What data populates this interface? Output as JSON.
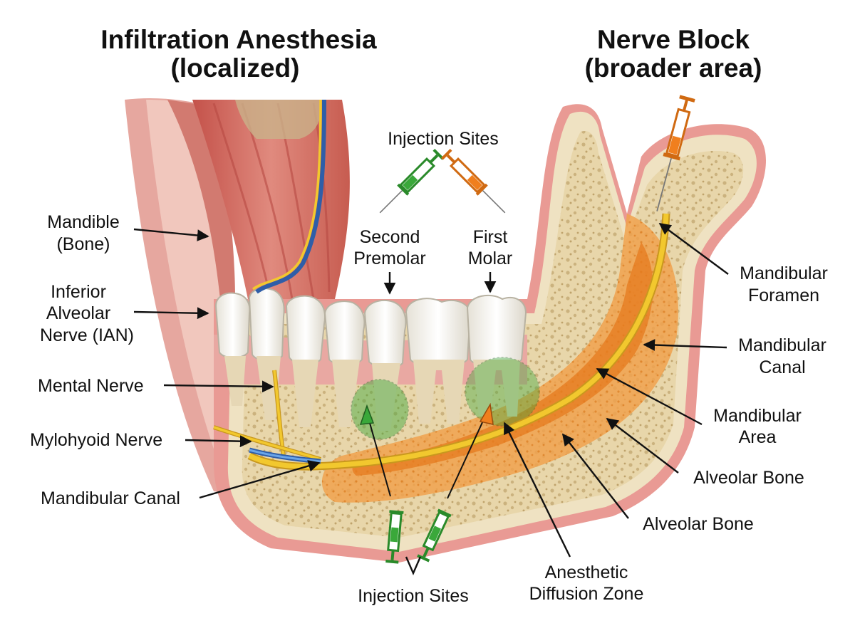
{
  "titles": {
    "left_line1": "Infiltration Anesthesia",
    "left_line2": "(localized)",
    "right_line1": "Nerve Block",
    "right_line2": "(broader area)"
  },
  "labels": {
    "injection_sites_top": "Injection Sites",
    "second_premolar_1": "Second",
    "second_premolar_2": "Premolar",
    "first_molar_1": "First",
    "first_molar_2": "Molar",
    "mandible_1": "Mandible",
    "mandible_2": "(Bone)",
    "ian_1": "Inferior",
    "ian_2": "Alveolar",
    "ian_3": "Nerve (IAN)",
    "mental_nerve": "Mental Nerve",
    "mylohyoid_nerve": "Mylohyoid Nerve",
    "mandibular_canal_left": "Mandibular Canal",
    "mandibular_foramen_1": "Mandibular",
    "mandibular_foramen_2": "Foramen",
    "mandibular_canal_right_1": "Mandibular",
    "mandibular_canal_right_2": "Canal",
    "mandibular_area_1": "Mandibular",
    "mandibular_area_2": "Area",
    "alveolar_bone_1": "Alveolar Bone",
    "alveolar_bone_2": "Alveolar Bone",
    "anesthetic_zone_1": "Anesthetic",
    "anesthetic_zone_2": "Diffusion Zone",
    "injection_sites_bottom": "Injection Sites"
  },
  "colors": {
    "infiltration": "#3aa83a",
    "nerve_block": "#f07f1e",
    "nerve": "#f2c82e",
    "bone": "#efe2c2",
    "cancellous": "#e6d3a6",
    "muscle": "#d9746a",
    "gum": "#e7a4a0",
    "tooth": "#f7f4ec",
    "vessel": "#3a7fd0"
  }
}
